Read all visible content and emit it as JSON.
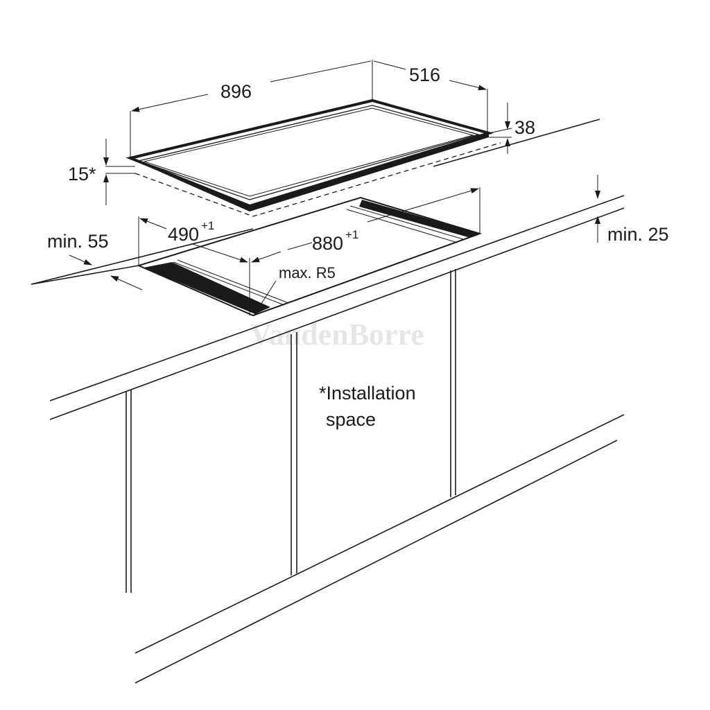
{
  "title": "Hob installation dimensions",
  "dimensions": {
    "hob_width": "896",
    "hob_depth": "516",
    "hob_height": "38",
    "installation_space": "15*",
    "cutout_depth": "490",
    "cutout_depth_tolerance": "+1",
    "cutout_width": "880",
    "cutout_width_tolerance": "+1",
    "min_front": "min. 55",
    "min_worktop": "min. 25",
    "max_radius": "max. R5"
  },
  "note": {
    "line1": "*Installation",
    "line2": "space"
  },
  "watermark": "VandenBorre",
  "colors": {
    "line": "#1a1a1a",
    "background": "#ffffff"
  }
}
